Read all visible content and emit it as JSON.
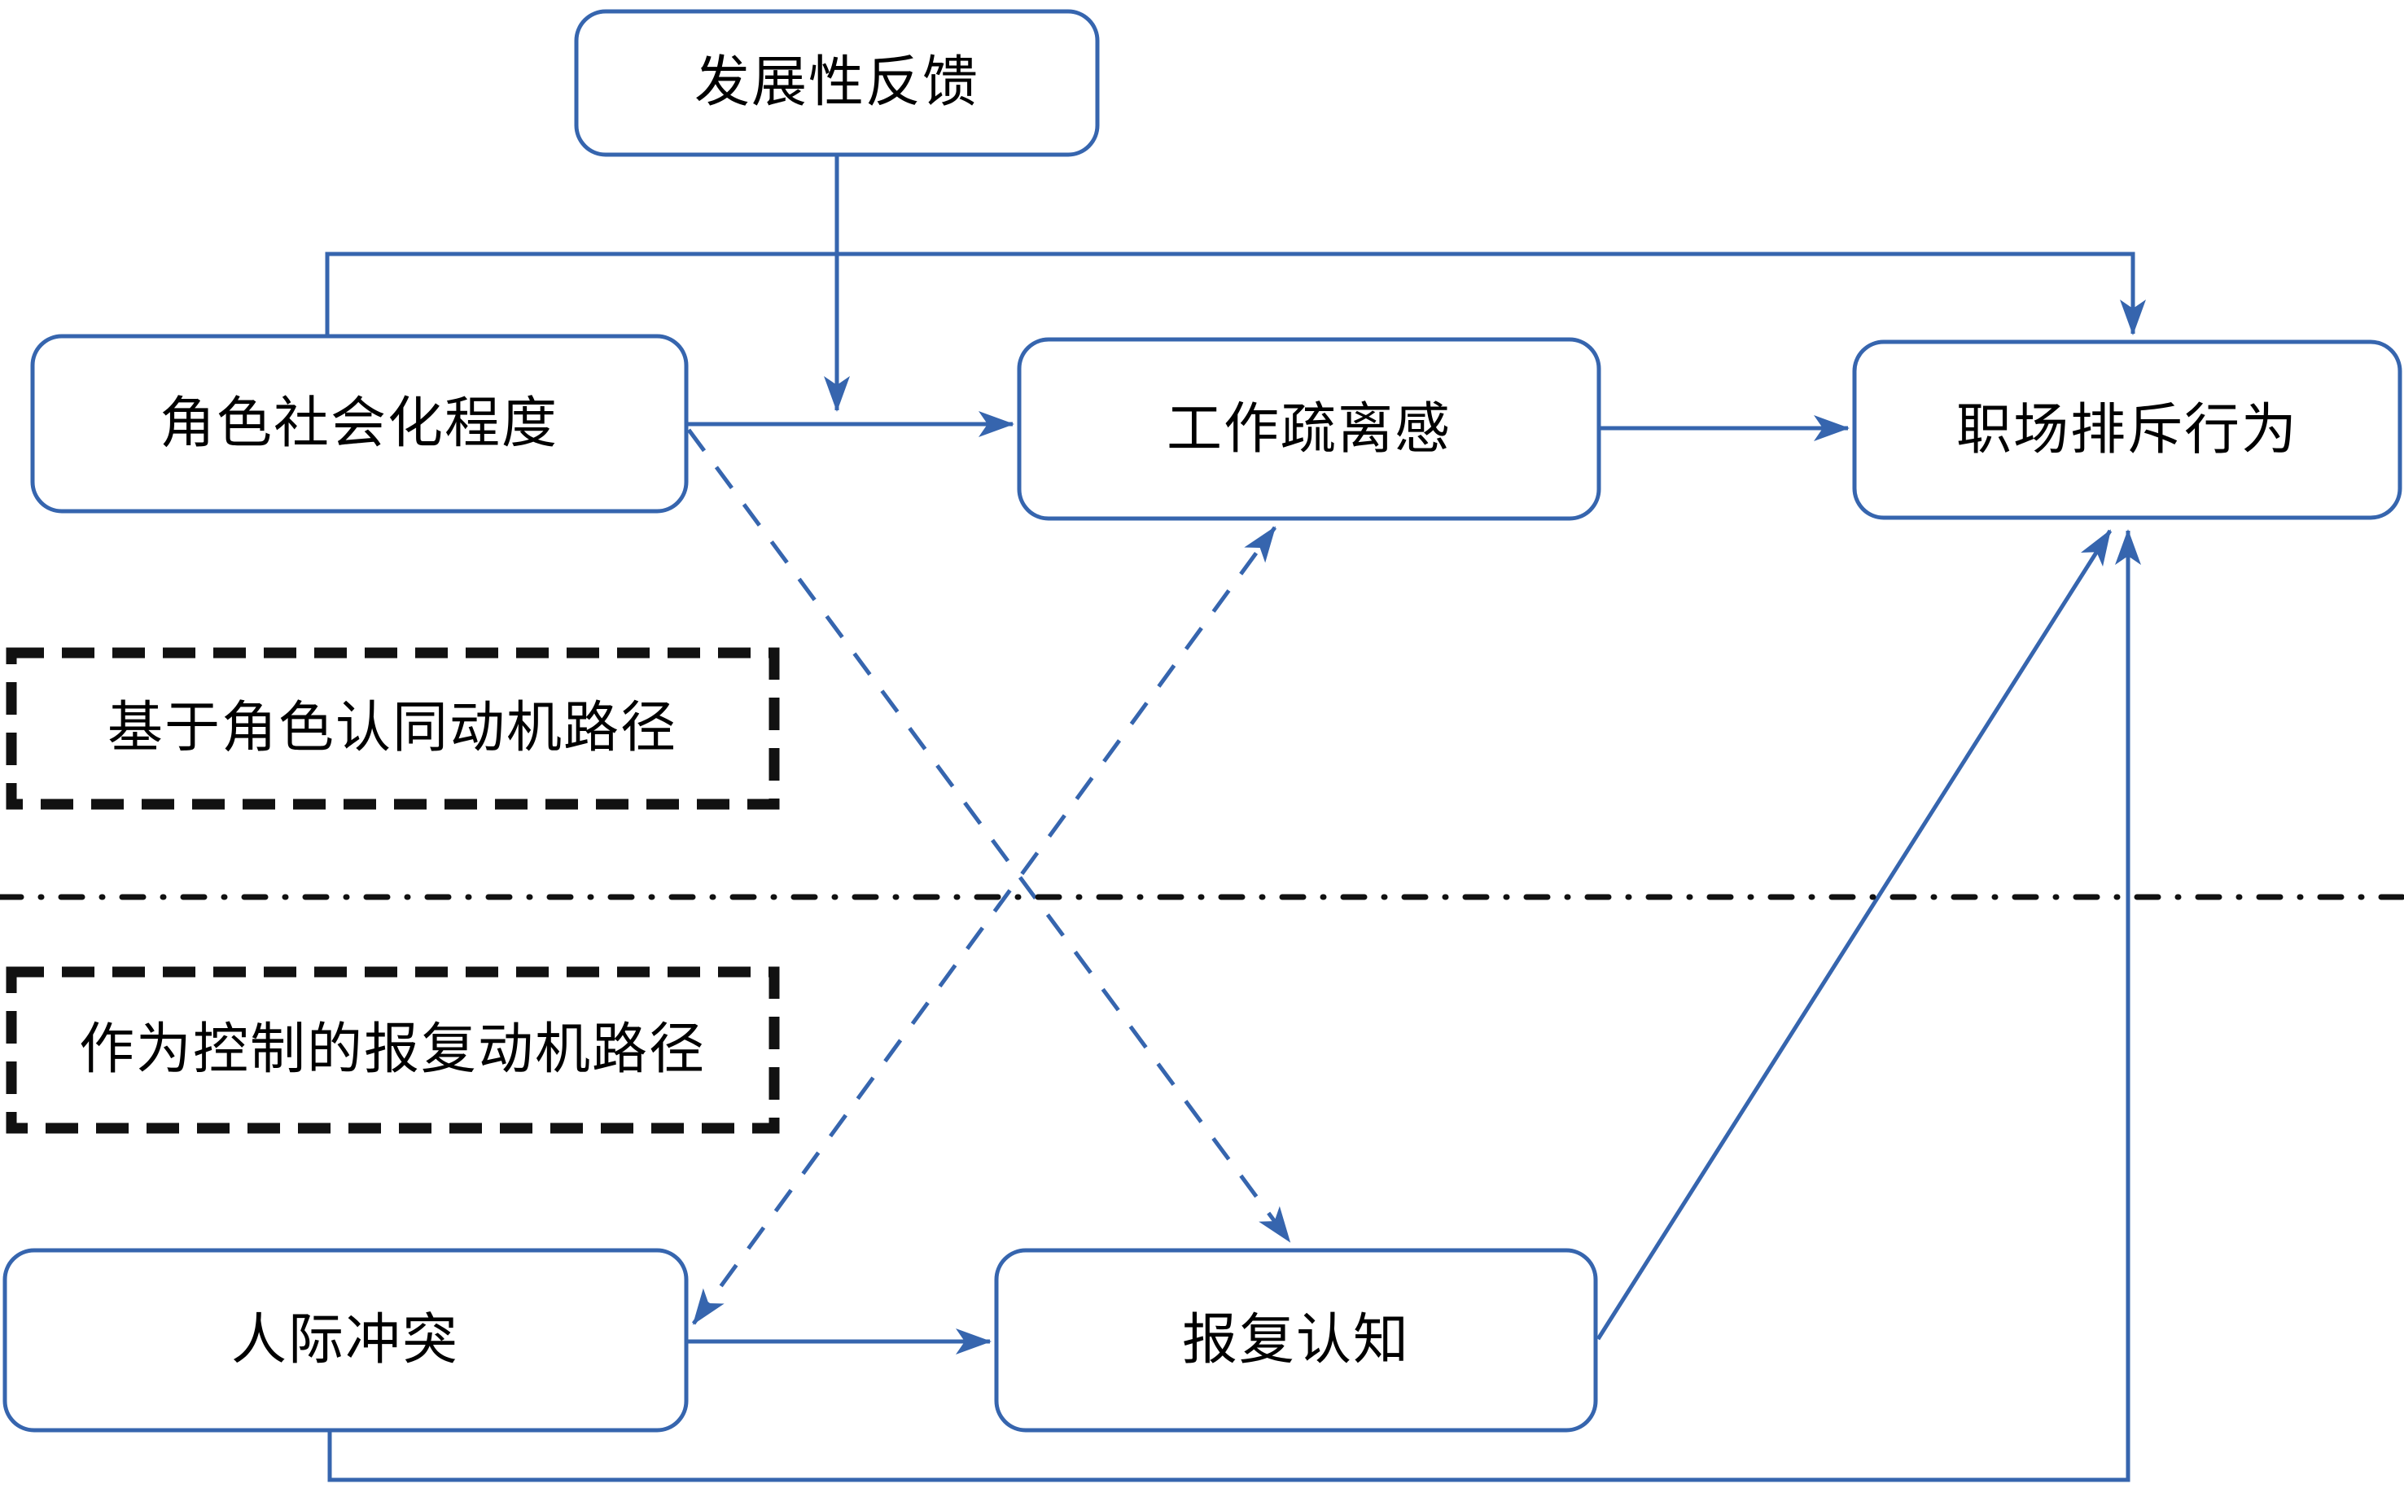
{
  "diagram": {
    "colors": {
      "line_blue": "#3665AE",
      "line_black": "#111111",
      "text": "#000000",
      "background": "#FFFFFF"
    },
    "nodes": {
      "feedback": {
        "label": "发展性反馈"
      },
      "role_socialization": {
        "label": "角色社会化程度"
      },
      "work_alienation": {
        "label": "工作疏离感"
      },
      "workplace_exclusion": {
        "label": "职场排斥行为"
      },
      "interpersonal_conflict": {
        "label": "人际冲突"
      },
      "revenge_cognition": {
        "label": "报复认知"
      },
      "path_section_top": {
        "label": "基于角色认同动机路径"
      },
      "path_section_bottom": {
        "label": "作为控制的报复动机路径"
      }
    },
    "edges": [
      {
        "from": "发展性反馈",
        "to": "角色社会化程度→工作疏离感",
        "style": "solid",
        "type": "moderation-arrow-onto-path"
      },
      {
        "from": "角色社会化程度",
        "to": "工作疏离感",
        "style": "solid"
      },
      {
        "from": "工作疏离感",
        "to": "职场排斥行为",
        "style": "solid"
      },
      {
        "from": "角色社会化程度",
        "to": "职场排斥行为",
        "style": "solid",
        "route": "around-top"
      },
      {
        "from": "人际冲突",
        "to": "报复认知",
        "style": "solid"
      },
      {
        "from": "报复认知",
        "to": "职场排斥行为",
        "style": "solid",
        "route": "diagonal"
      },
      {
        "from": "人际冲突",
        "to": "职场排斥行为",
        "style": "solid",
        "route": "around-bottom"
      },
      {
        "from": "角色社会化程度",
        "to": "报复认知",
        "style": "dashed"
      },
      {
        "from": "人际冲突",
        "to": "工作疏离感",
        "style": "dashed",
        "bidirectional": true
      }
    ]
  }
}
